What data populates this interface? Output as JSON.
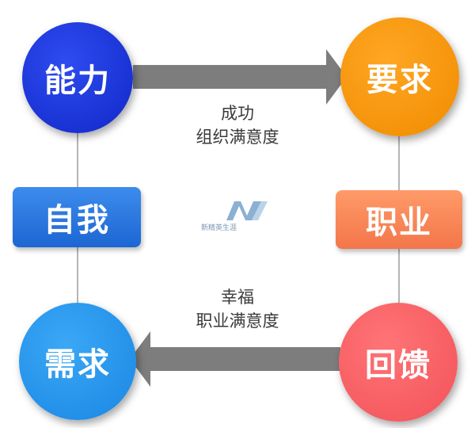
{
  "nodes": {
    "ability": "能力",
    "demand": "要求",
    "need": "需求",
    "feedback": "回馈",
    "self": "自我",
    "career": "职业"
  },
  "captions": {
    "top_line1": "成功",
    "top_line2": "组织满意度",
    "bottom_line1": "幸福",
    "bottom_line2": "职业满意度"
  },
  "watermark": {
    "text": "新精英生涯"
  },
  "colors": {
    "ability": "#1a33d6",
    "demand": "#f7960c",
    "need": "#2396ec",
    "feedback": "#f5595e",
    "self": "#2a78e0",
    "career": "#f78457",
    "arrow": "#767676",
    "line": "#b5b5b5"
  }
}
